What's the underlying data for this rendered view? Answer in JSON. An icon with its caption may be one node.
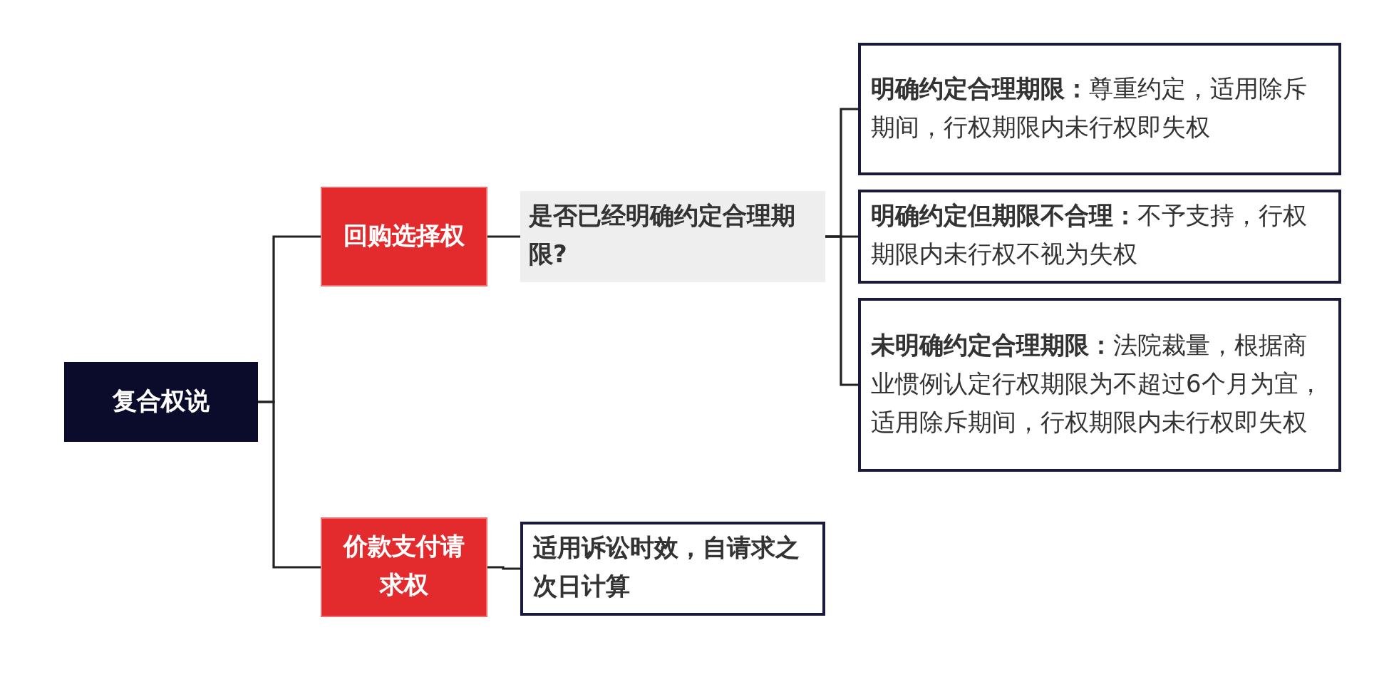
{
  "diagram": {
    "nodes": [
      {
        "text": [
          "复合权说"
        ]
      },
      {
        "text": [
          "回购选择权"
        ]
      },
      {
        "text": [
          "价款支付请求权"
        ]
      },
      {
        "text": [
          "是否已经明确约定合理期限?"
        ]
      },
      {
        "text": [
          "**明确约定合理期限：**尊重约定，适用除斥期间，行权期限内未行权即失权"
        ]
      },
      {
        "text": [
          "**明确约定但期限不合理：**不予支持，行权期限内未行权不视为失权"
        ]
      },
      {
        "text": [
          "**未明确约定合理期限：**法院裁量，根据商业惯例认定行权期限为不超过6个月为宜，适用除斥期间，行权期限内未行权即失权"
        ]
      },
      {
        "text": [
          "适用诉讼时效，自请求之次日计算"
        ]
      }
    ],
    "edges": [
      {
        "from": 0,
        "to": 1,
        "arrow": "none"
      },
      {
        "from": 0,
        "to": 2,
        "arrow": "none"
      },
      {
        "from": 1,
        "to": 3,
        "arrow": "none"
      },
      {
        "from": 3,
        "to": 4,
        "arrow": "none"
      },
      {
        "from": 3,
        "to": 5,
        "arrow": "none"
      },
      {
        "from": 3,
        "to": 6,
        "arrow": "none"
      },
      {
        "from": 2,
        "to": 7,
        "arrow": "none"
      }
    ]
  }
}
